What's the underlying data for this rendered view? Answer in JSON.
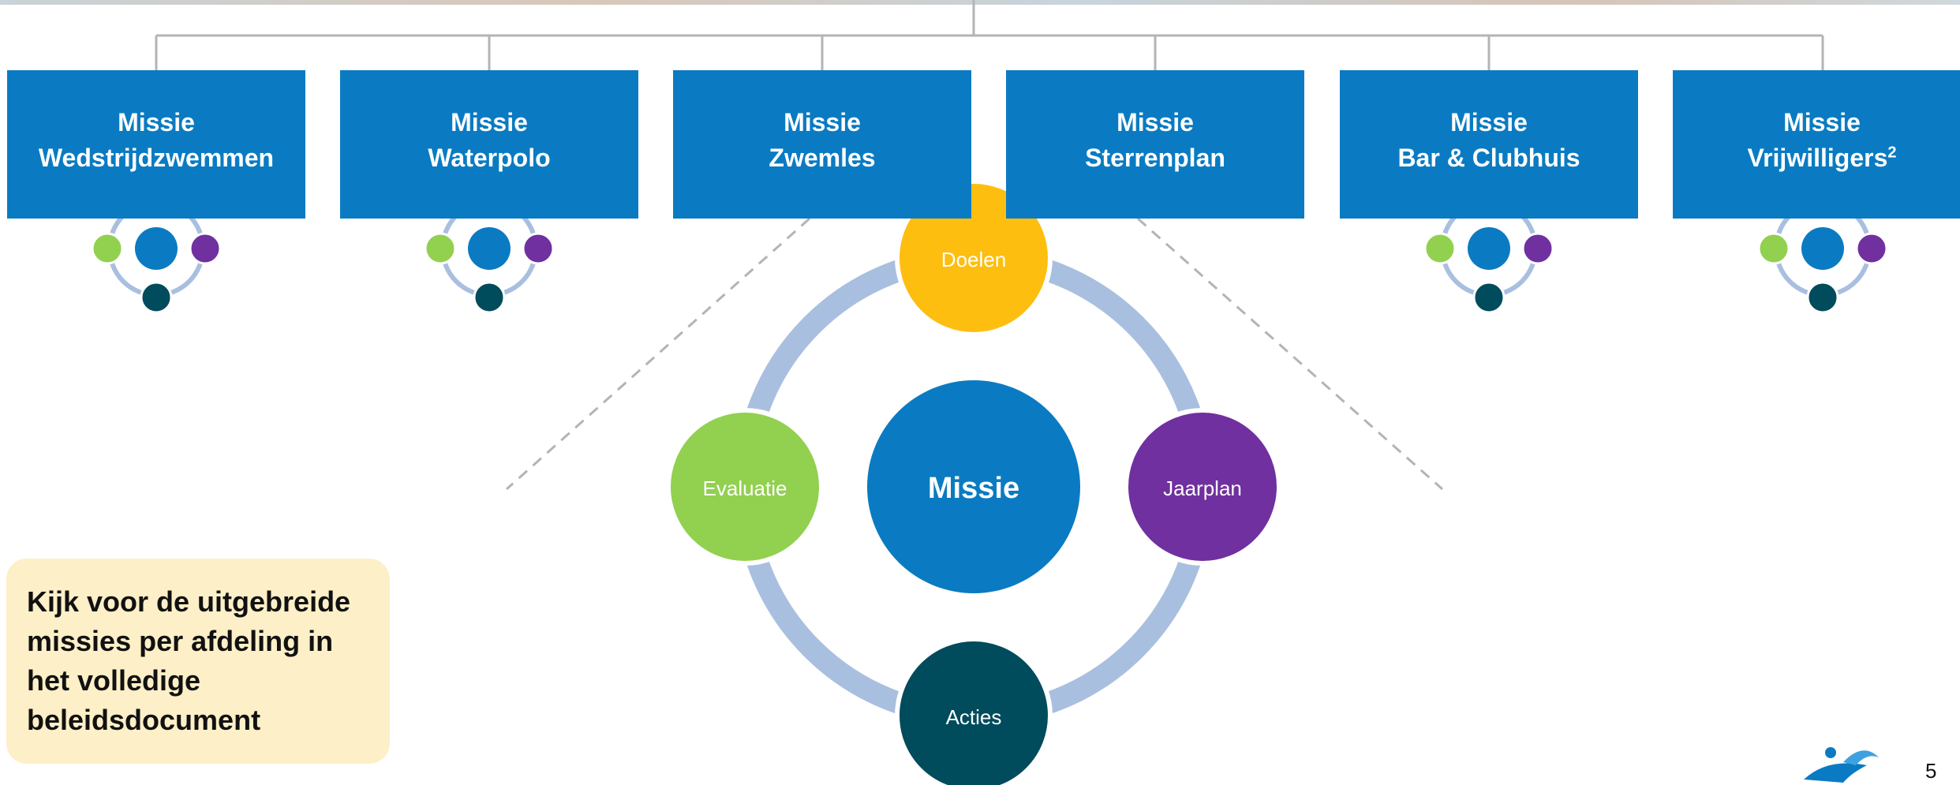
{
  "mission_boxes": [
    {
      "line1": "Missie",
      "line2": "Wedstrijdzwemmen",
      "sup": ""
    },
    {
      "line1": "Missie",
      "line2": "Waterpolo",
      "sup": ""
    },
    {
      "line1": "Missie",
      "line2": "Zwemles",
      "sup": ""
    },
    {
      "line1": "Missie",
      "line2": "Sterrenplan",
      "sup": ""
    },
    {
      "line1": "Missie",
      "line2": "Bar & Clubhuis",
      "sup": ""
    },
    {
      "line1": "Missie",
      "line2": "Vrijwilligers",
      "sup": "2"
    }
  ],
  "cycle": {
    "center": "Missie",
    "top": "Doelen",
    "right": "Jaarplan",
    "bottom": "Acties",
    "left": "Evaluatie"
  },
  "callout_text": "Kijk voor de uitgebreide missies per afdeling in het volledige beleidsdocument",
  "page_number": "5",
  "colors": {
    "box_blue": "#0a7bc2",
    "doelen": "#fdbe0f",
    "jaarplan": "#7030a0",
    "acties": "#004b5c",
    "evaluatie": "#92d050",
    "missie": "#0a7bc2",
    "ring": "#a9bfdf",
    "callout_bg": "#fdefc7"
  }
}
